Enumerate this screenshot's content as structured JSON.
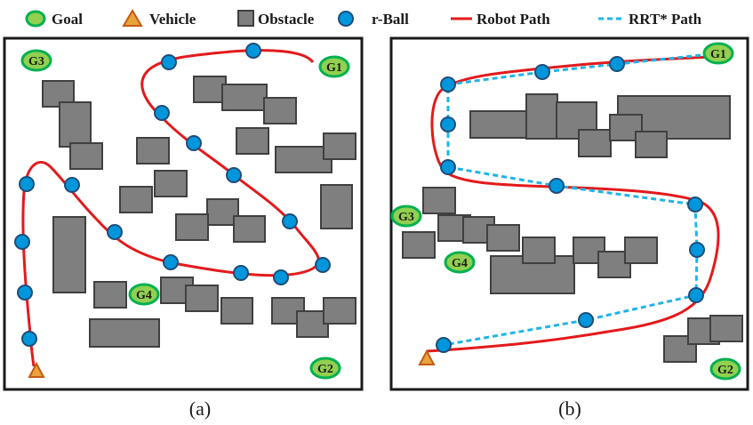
{
  "legend": {
    "goal": "Goal",
    "vehicle": "Vehicle",
    "obstacle": "Obstacle",
    "rball": "r-Ball",
    "robot_path": "Robot Path",
    "rrt_path": "RRT* Path"
  },
  "panels": {
    "a": {
      "caption": "(a)",
      "goals": [
        "G1",
        "G2",
        "G3",
        "G4"
      ]
    },
    "b": {
      "caption": "(b)",
      "goals": [
        "G1",
        "G2",
        "G3",
        "G4"
      ]
    }
  },
  "colors": {
    "goal_fill": "#92d050",
    "goal_stroke": "#00b050",
    "obstacle_fill": "#7f7f7f",
    "ball_fill": "#0096dc",
    "vehicle_fill": "#e8a33d",
    "robot_path": "#e31a1c",
    "rrt_path": "#1fb4e8"
  }
}
